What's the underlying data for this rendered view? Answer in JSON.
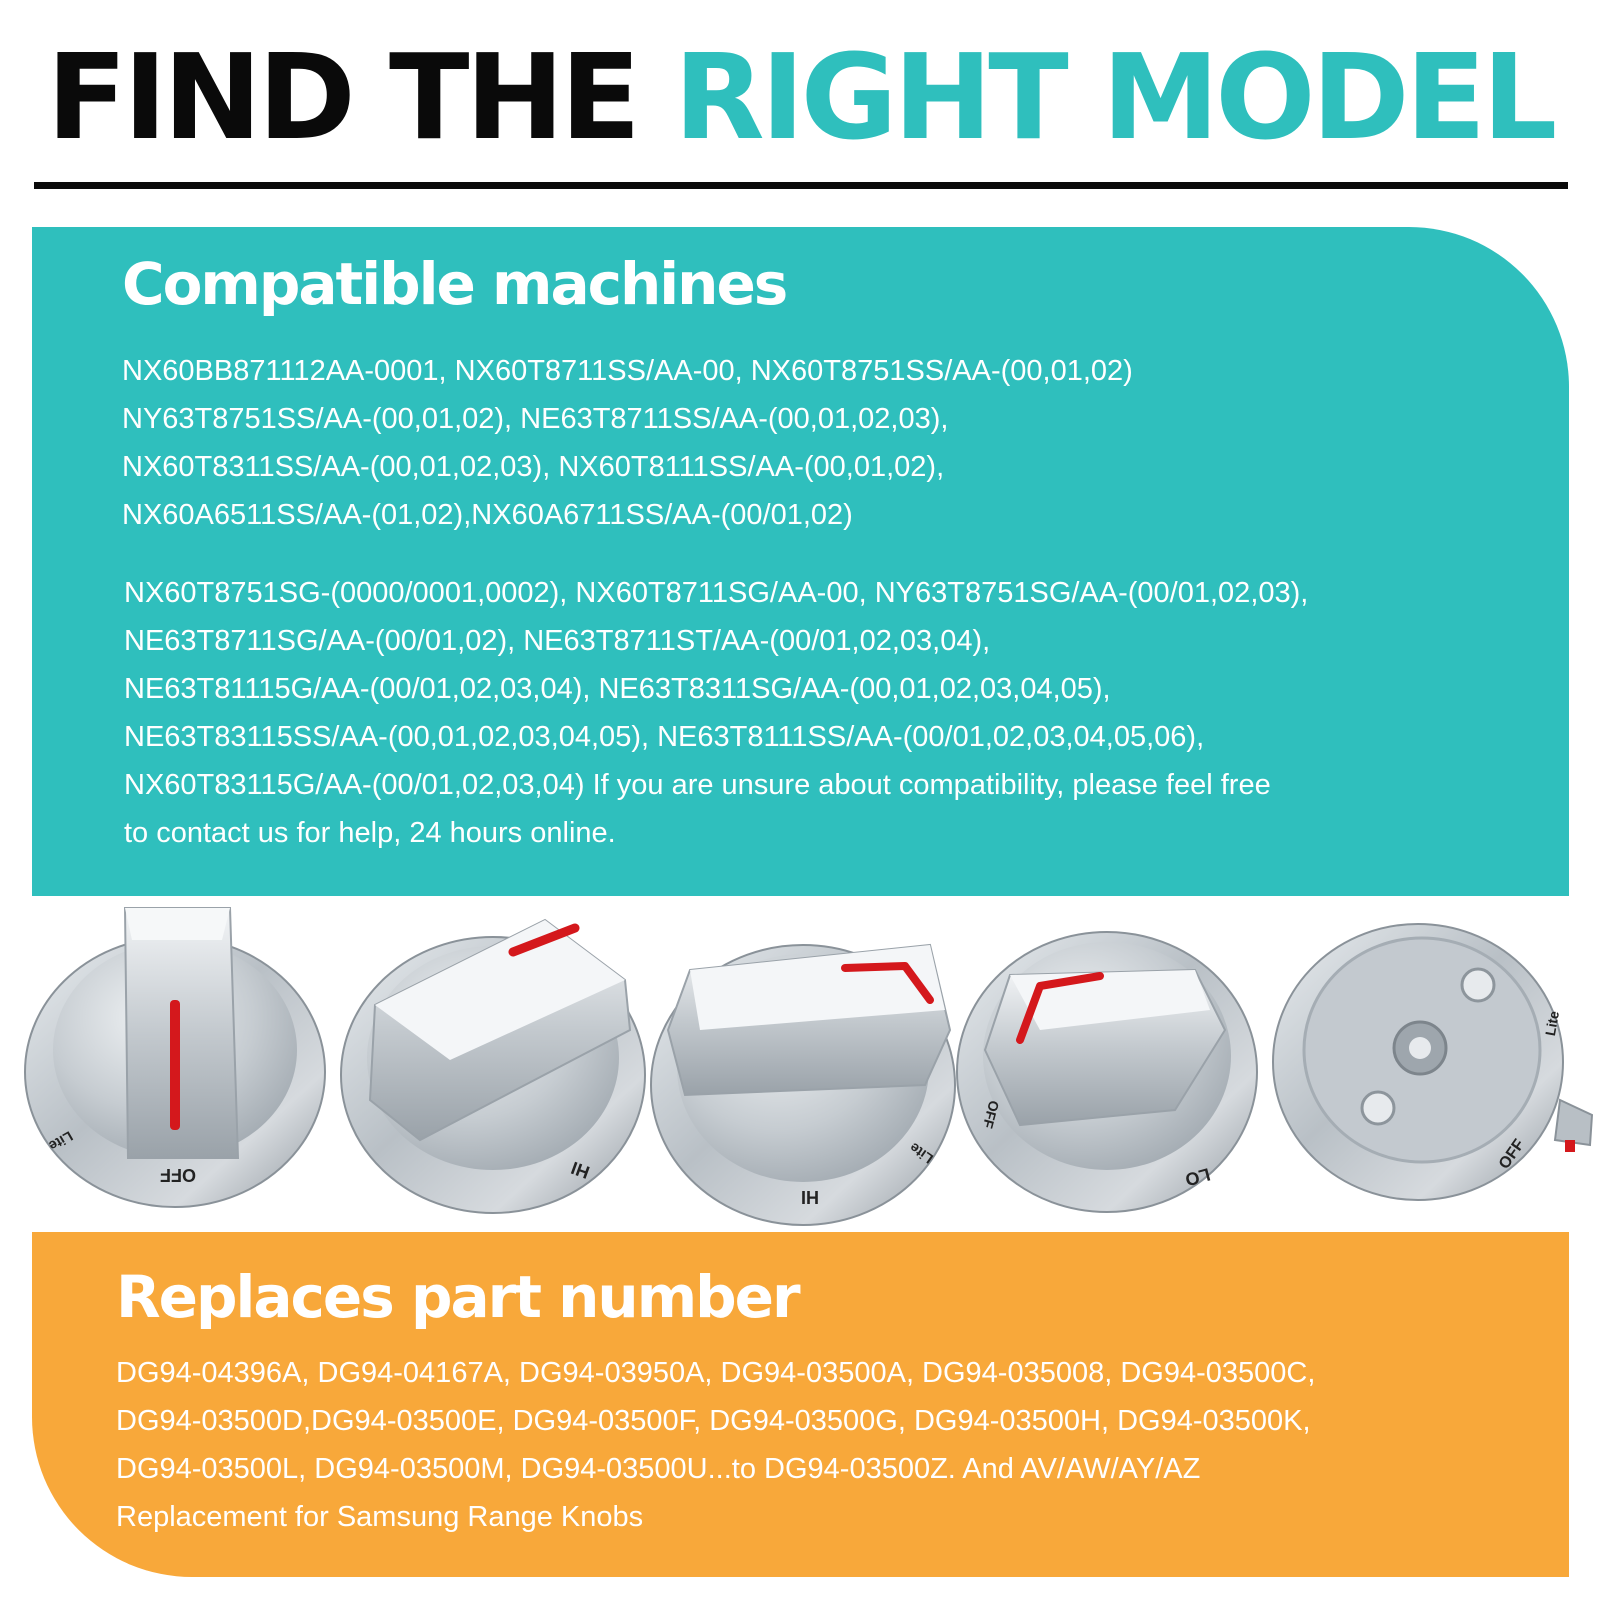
{
  "headline": {
    "part1": "FIND THE ",
    "part2": "RIGHT MODEL"
  },
  "compatible": {
    "title": "Compatible machines",
    "group1": [
      "NX60BB871112AA-0001, NX60T8711SS/AA-00, NX60T8751SS/AA-(00,01,02)",
      "NY63T8751SS/AA-(00,01,02), NE63T8711SS/AA-(00,01,02,03),",
      "NX60T8311SS/AA-(00,01,02,03), NX60T8111SS/AA-(00,01,02),",
      "NX60A6511SS/AA-(01,02),NX60A6711SS/AA-(00/01,02)"
    ],
    "group2": [
      "NX60T8751SG-(0000/0001,0002), NX60T8711SG/AA-00, NY63T8751SG/AA-(00/01,02,03),",
      "NE63T8711SG/AA-(00/01,02), NE63T8711ST/AA-(00/01,02,03,04),",
      "NE63T81115G/AA-(00/01,02,03,04), NE63T8311SG/AA-(00,01,02,03,04,05),",
      "NE63T83115SS/AA-(00,01,02,03,04,05), NE63T8111SS/AA-(00/01,02,03,04,05,06),",
      "NX60T83115G/AA-(00/01,02,03,04) If you are unsure about compatibility, please feel free",
      "to contact us for help, 24 hours online."
    ]
  },
  "knobs": [
    {
      "labels": [
        "OFF",
        "Lite"
      ]
    },
    {
      "labels": [
        "HI"
      ]
    },
    {
      "labels": [
        "HI",
        "Lite"
      ]
    },
    {
      "labels": [
        "LO",
        "OFF"
      ]
    },
    {
      "labels": [
        "OFF",
        "Lite"
      ]
    }
  ],
  "replaces": {
    "title": "Replaces part number",
    "lines": [
      "DG94-04396A, DG94-04167A, DG94-03950A, DG94-03500A, DG94-035008, DG94-03500C,",
      "DG94-03500D,DG94-03500E, DG94-03500F, DG94-03500G, DG94-03500H, DG94-03500K,",
      "DG94-03500L, DG94-03500M, DG94-03500U...to DG94-03500Z. And AV/AW/AY/AZ",
      "Replacement for Samsung Range Knobs"
    ]
  },
  "colors": {
    "teal": "#2fbfbd",
    "orange": "#f8a83a",
    "dark": "#0a0a0a",
    "indicator": "#d4181c"
  },
  "icons": [
    "knob-icon",
    "knob-base-icon"
  ]
}
